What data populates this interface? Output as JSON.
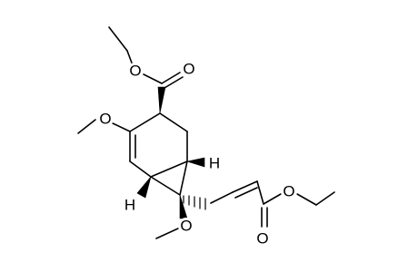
{
  "molecule": {
    "atoms": {
      "o_ester1_single": "O",
      "o_ester1_carbonyl": "O",
      "o_methoxy_ring": "O",
      "h_right": "H",
      "h_left": "H",
      "o_methoxy_bridge": "O",
      "o_ester2_single": "O",
      "o_ester2_carbonyl": "O"
    }
  }
}
